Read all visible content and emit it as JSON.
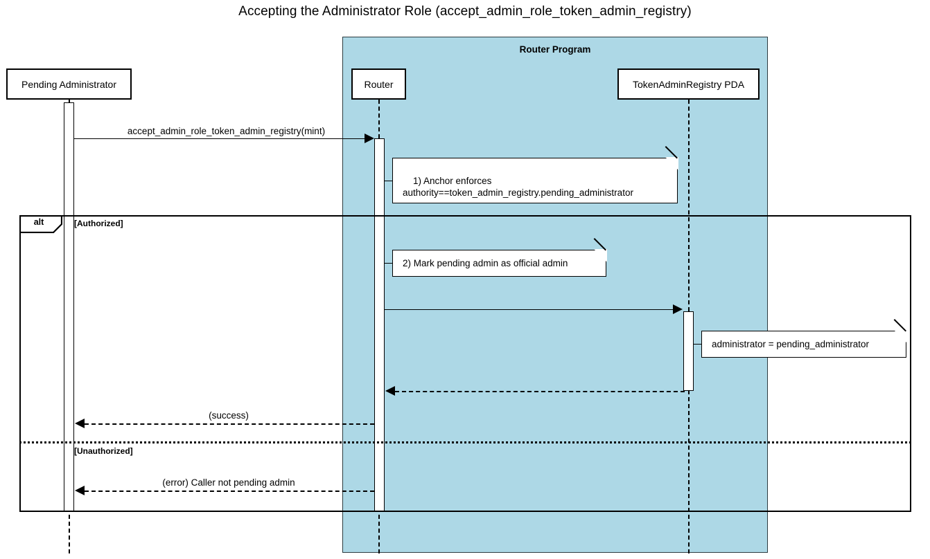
{
  "title": "Accepting the Administrator Role (accept_admin_role_token_admin_registry)",
  "colors": {
    "group_fill": "#add8e6",
    "stroke": "#000000",
    "note_fill": "#ffffff",
    "background": "#ffffff"
  },
  "group": {
    "label": "Router Program"
  },
  "participants": [
    {
      "id": "pending-administrator",
      "label": "Pending Administrator"
    },
    {
      "id": "router",
      "label": "Router"
    },
    {
      "id": "token-admin-registry-pda",
      "label": "TokenAdminRegistry PDA"
    }
  ],
  "fragment": {
    "operator": "alt",
    "guards": [
      {
        "label": "[Authorized]"
      },
      {
        "label": "[Unauthorized]"
      }
    ]
  },
  "messages": [
    {
      "id": "m1",
      "label": "accept_admin_role_token_admin_registry(mint)",
      "from": "pending-administrator",
      "to": "router",
      "kind": "call",
      "style": "solid"
    },
    {
      "id": "m2",
      "label": "",
      "from": "router",
      "to": "token-admin-registry-pda",
      "kind": "call",
      "style": "solid"
    },
    {
      "id": "m3",
      "label": "",
      "from": "token-admin-registry-pda",
      "to": "router",
      "kind": "return",
      "style": "dashed"
    },
    {
      "id": "m4",
      "label": "(success)",
      "from": "router",
      "to": "pending-administrator",
      "kind": "return",
      "style": "dashed"
    },
    {
      "id": "m5",
      "label": "(error) Caller not pending admin",
      "from": "router",
      "to": "pending-administrator",
      "kind": "return",
      "style": "dashed"
    }
  ],
  "notes": [
    {
      "id": "note-anchor-enforces",
      "text": "1) Anchor enforces\nauthority==token_admin_registry.pending_administrator",
      "attached_to": "router"
    },
    {
      "id": "note-mark-pending-admin",
      "text": "2) Mark pending admin as official admin",
      "attached_to": "router"
    },
    {
      "id": "note-administrator-assignment",
      "text": "administrator = pending_administrator",
      "attached_to": "token-admin-registry-pda"
    }
  ]
}
